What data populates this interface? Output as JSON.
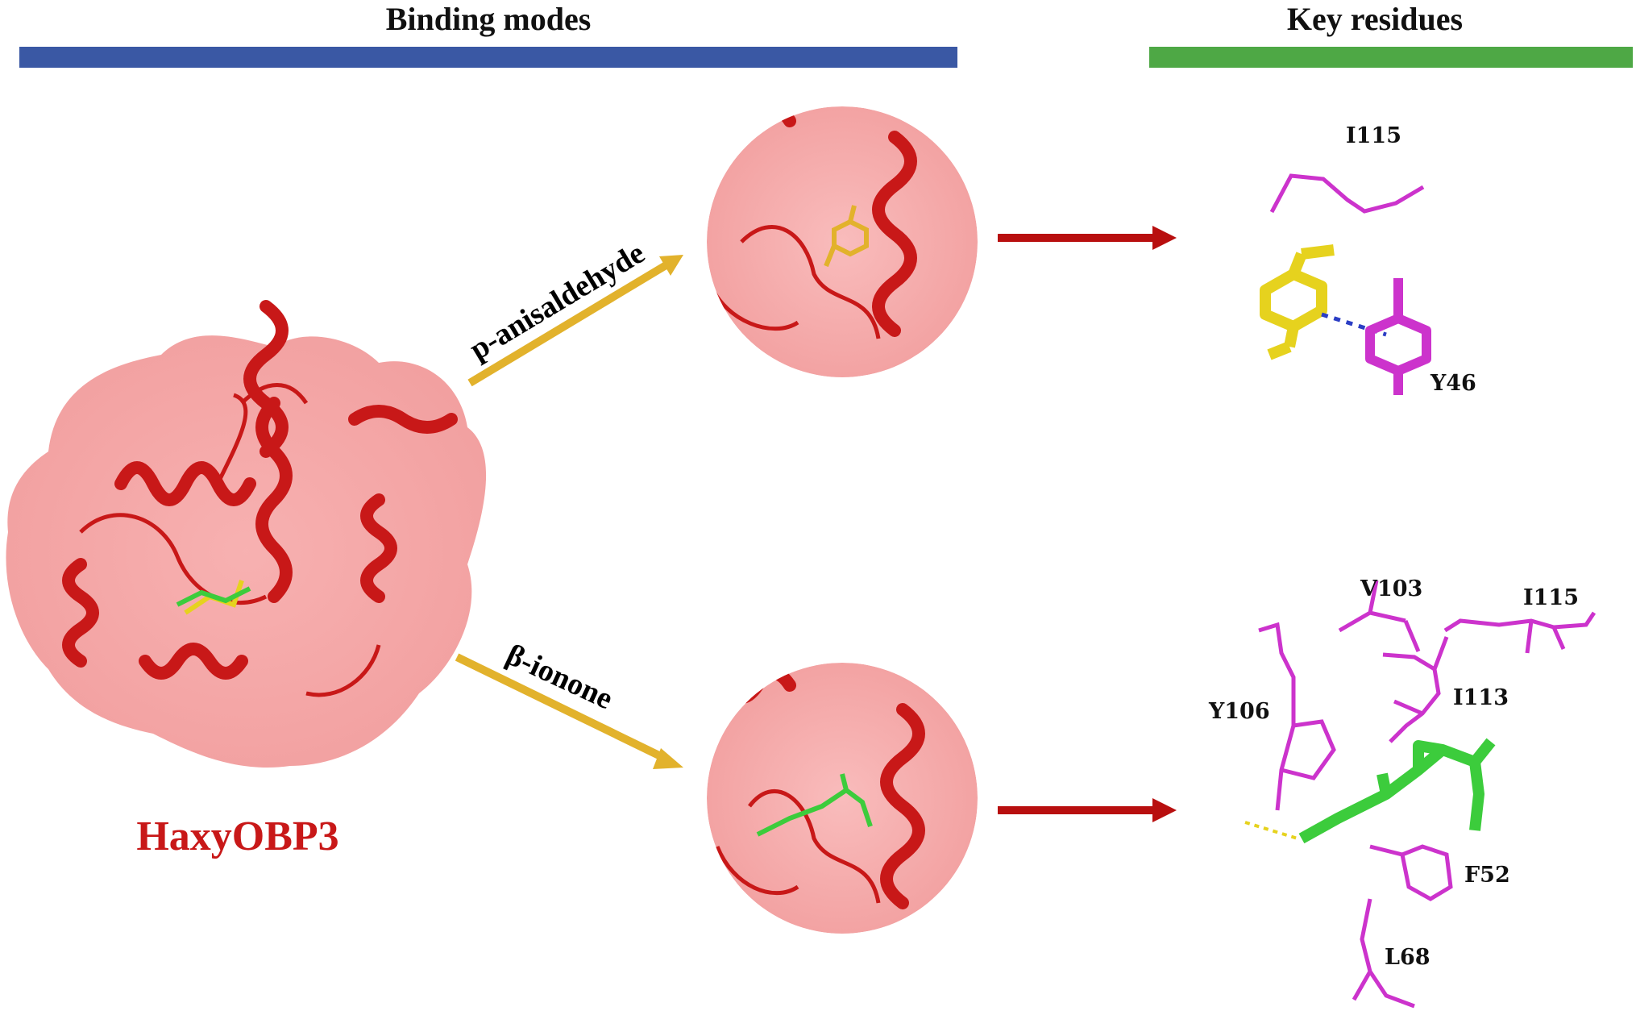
{
  "headers": {
    "binding_modes": "Binding modes",
    "key_residues": "Key residues"
  },
  "colors": {
    "binding_bar": "#3a58a4",
    "residues_bar": "#4ea845",
    "protein_red": "#c81818",
    "ligand_arrow": "#e2b22c",
    "red_arrow": "#b80f0f",
    "residue_magenta": "#cc33cc",
    "ligand_yellow": "#e6d21e",
    "ligand_green": "#3ccc3c"
  },
  "protein": {
    "name": "HaxyOBP3"
  },
  "ligands": [
    {
      "name": "p-anisaldehyde"
    },
    {
      "name": "β-ionone"
    }
  ],
  "residues": {
    "anisaldehyde": [
      "I115",
      "Y46"
    ],
    "ionone": [
      "V103",
      "I115",
      "Y106",
      "I113",
      "F52",
      "L68"
    ]
  }
}
